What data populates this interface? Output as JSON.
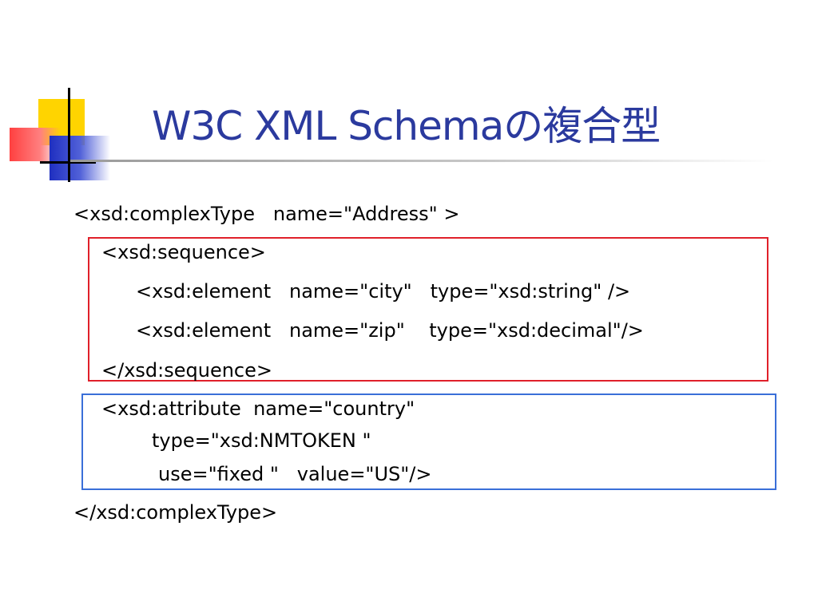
{
  "slide": {
    "title": "W3C XML Schemaの複合型",
    "colors": {
      "title": "#2b3a9e",
      "sequence_box": "#e0202a",
      "attribute_box": "#3a6fd8"
    },
    "code_lines": {
      "complex_open": "<xsd:complexType   name=\"Address\" >",
      "sequence_open": "<xsd:sequence>",
      "element_city": "<xsd:element   name=\"city\"   type=\"xsd:string\" />",
      "element_zip": "<xsd:element   name=\"zip\"    type=\"xsd:decimal\"/>",
      "sequence_close": "</xsd:sequence>",
      "attribute_line1": "<xsd:attribute  name=\"country\"",
      "attribute_line2": "type=\"xsd:NMTOKEN \"",
      "attribute_line3": "use=\"fixed \"   value=\"US\"/>",
      "complex_close": "</xsd:complexType>"
    }
  }
}
